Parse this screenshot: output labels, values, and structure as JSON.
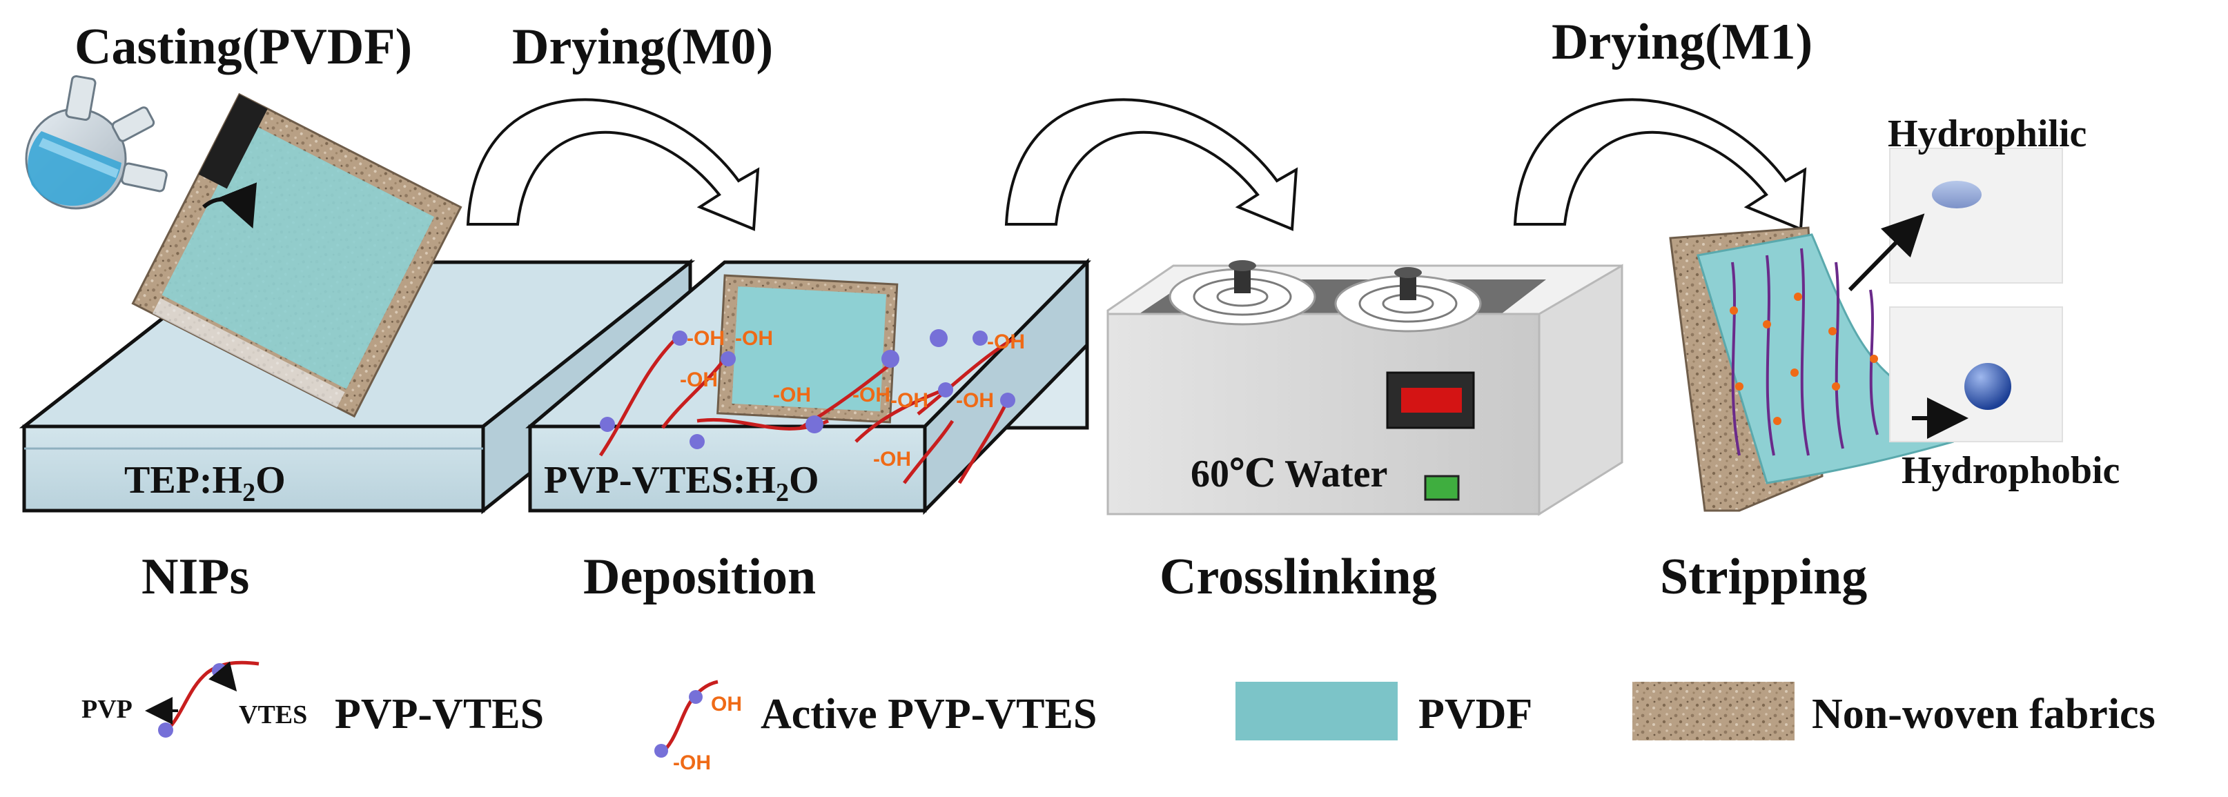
{
  "steps": {
    "casting": "Casting(PVDF)",
    "drying_m0": "Drying(M0)",
    "drying_m1": "Drying(M1)",
    "nips": "NIPs",
    "deposition": "Deposition",
    "crosslinking": "Crosslinking",
    "stripping": "Stripping"
  },
  "baths": {
    "tep": "TEP:H",
    "tep_sub": "2",
    "tep_end": "O",
    "pvp": "PVP-VTES:H",
    "pvp_sub": "2",
    "pvp_end": "O",
    "water": "60℃ Water"
  },
  "surfaces": {
    "hydrophilic": "Hydrophilic",
    "hydrophobic": "Hydrophobic"
  },
  "oh_label": "-OH",
  "oh_label_short": "OH",
  "legend": {
    "pvp": "PVP",
    "vtes": "VTES",
    "pvp_vtes": "PVP-VTES",
    "active_pvp_vtes": "Active PVP-VTES",
    "pvdf": "PVDF",
    "non_woven": "Non-woven fabrics"
  },
  "colors": {
    "membrane": "#7cc4c8",
    "fabric": "#b39a7f",
    "chain": "#c81e1e",
    "node": "#7670d8",
    "oh": "#ef6a16",
    "bath": "#c9dde6"
  }
}
